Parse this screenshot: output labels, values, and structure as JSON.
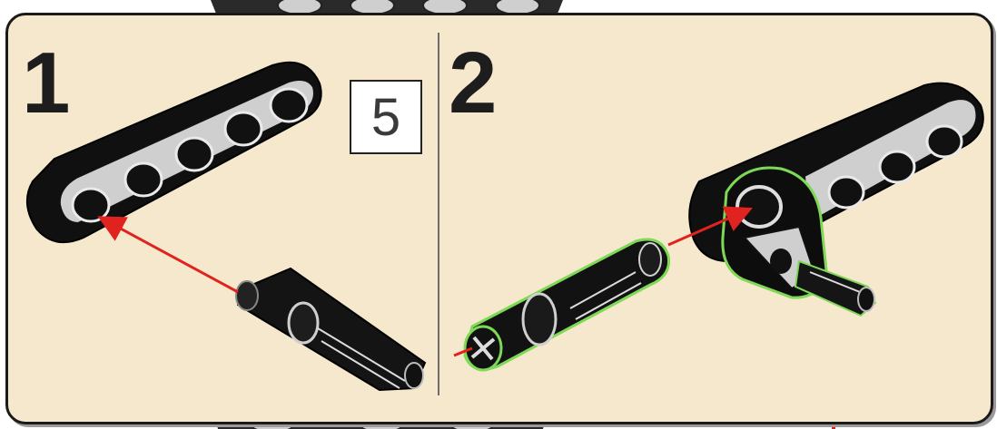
{
  "steps": [
    {
      "number": "1",
      "quantity": "5"
    },
    {
      "number": "2"
    }
  ],
  "colors": {
    "panel_background": "#f6e8cc",
    "part_black": "#111111",
    "part_grey": "#c8c8c8",
    "arrow_red": "#e0231f",
    "highlight_green": "#7ed957"
  },
  "parts": [
    "liftarm-5-icon",
    "axle-pin-icon",
    "angled-liftarm-icon"
  ]
}
